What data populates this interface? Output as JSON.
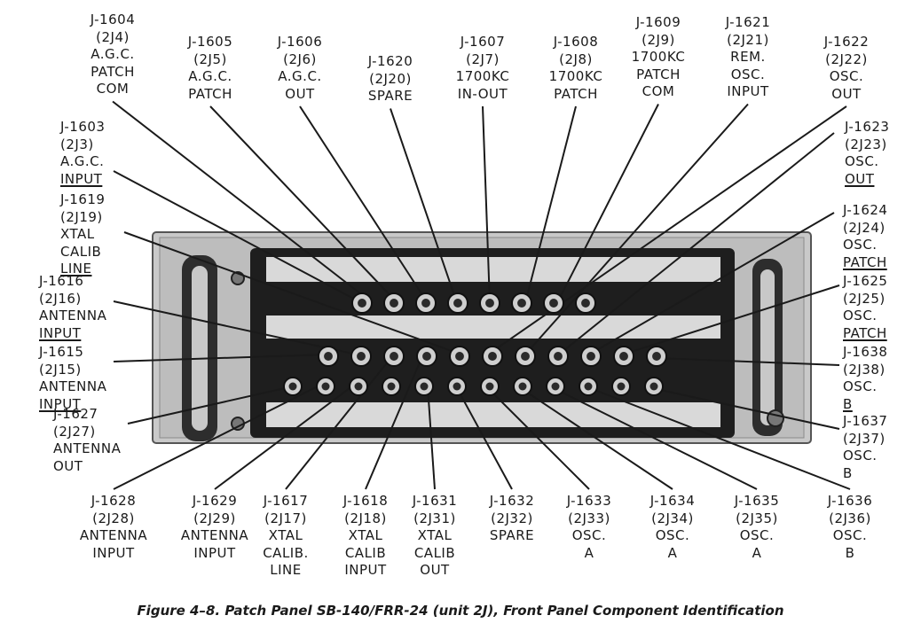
{
  "caption": "Figure 4–8. Patch Panel SB-140/FRR-24 (unit 2J), Front Panel Component Identification",
  "callouts": {
    "top": [
      {
        "lines": [
          "J-1604",
          "(2J4)",
          "A.G.C.",
          "PATCH",
          "COM"
        ]
      },
      {
        "lines": [
          "J-1605",
          "(2J5)",
          "A.G.C.",
          "PATCH"
        ]
      },
      {
        "lines": [
          "J-1606",
          "(2J6)",
          "A.G.C.",
          "OUT"
        ]
      },
      {
        "lines": [
          "J-1620",
          "(2J20)",
          "SPARE"
        ]
      },
      {
        "lines": [
          "J-1607",
          "(2J7)",
          "1700KC",
          "IN-OUT"
        ]
      },
      {
        "lines": [
          "J-1608",
          "(2J8)",
          "1700KC",
          "PATCH"
        ]
      },
      {
        "lines": [
          "J-1609",
          "(2J9)",
          "1700KC",
          "PATCH",
          "COM"
        ]
      },
      {
        "lines": [
          "J-1621",
          "(2J21)",
          "REM.",
          "OSC.",
          "INPUT"
        ]
      },
      {
        "lines": [
          "J-1622",
          "(2J22)",
          "OSC.",
          "OUT"
        ]
      }
    ],
    "left": [
      {
        "lines": [
          "J-1603",
          "(2J3)",
          "A.G.C.",
          "INPUT"
        ]
      },
      {
        "lines": [
          "J-1619",
          "(2J19)",
          "XTAL",
          "CALIB",
          "LINE"
        ]
      },
      {
        "lines": [
          "J-1616",
          "(2J16)",
          "ANTENNA",
          "INPUT"
        ]
      },
      {
        "lines": [
          "J-1615",
          "(2J15)",
          "ANTENNA",
          "INPUT"
        ]
      },
      {
        "lines": [
          "J-1627",
          "(2J27)",
          "ANTENNA",
          "OUT"
        ]
      }
    ],
    "right": [
      {
        "lines": [
          "J-1623",
          "(2J23)",
          "OSC.",
          "OUT"
        ]
      },
      {
        "lines": [
          "J-1624",
          "(2J24)",
          "OSC.",
          "PATCH"
        ]
      },
      {
        "lines": [
          "J-1625",
          "(2J25)",
          "OSC.",
          "PATCH"
        ]
      },
      {
        "lines": [
          "J-1638",
          "(2J38)",
          "OSC.",
          "B"
        ]
      },
      {
        "lines": [
          "J-1637",
          "(2J37)",
          "OSC.",
          "B"
        ]
      }
    ],
    "bottom": [
      {
        "lines": [
          "J-1628",
          "(2J28)",
          "ANTENNA",
          "INPUT"
        ]
      },
      {
        "lines": [
          "J-1629",
          "(2J29)",
          "ANTENNA",
          "INPUT"
        ]
      },
      {
        "lines": [
          "J-1617",
          "(2J17)",
          "XTAL",
          "CALIB.",
          "LINE"
        ]
      },
      {
        "lines": [
          "J-1618",
          "(2J18)",
          "XTAL",
          "CALIB",
          "INPUT"
        ]
      },
      {
        "lines": [
          "J-1631",
          "(2J31)",
          "XTAL",
          "CALIB",
          "OUT"
        ]
      },
      {
        "lines": [
          "J-1632",
          "(2J32)",
          "SPARE"
        ]
      },
      {
        "lines": [
          "J-1633",
          "(2J33)",
          "OSC.",
          "A"
        ]
      },
      {
        "lines": [
          "J-1634",
          "(2J34)",
          "OSC.",
          "A"
        ]
      },
      {
        "lines": [
          "J-1635",
          "(2J35)",
          "OSC.",
          "A"
        ]
      },
      {
        "lines": [
          "J-1636",
          "(2J36)",
          "OSC.",
          "B"
        ]
      }
    ]
  }
}
